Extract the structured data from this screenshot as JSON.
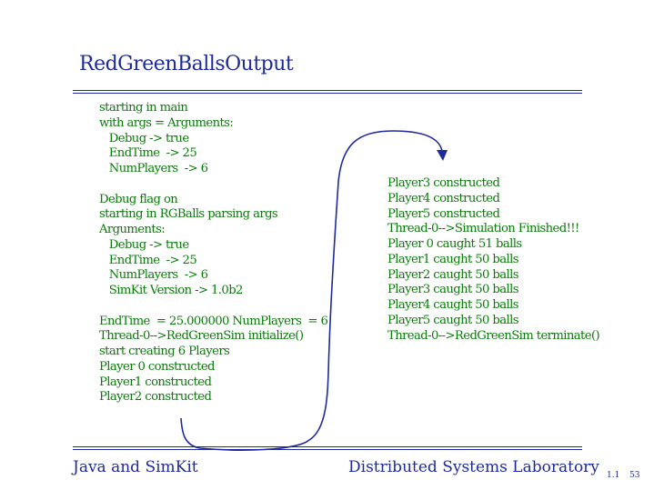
{
  "slide": {
    "title": "RedGreenBallsOutput",
    "left_lines": [
      "starting in main",
      "with args = Arguments:",
      "   Debug -> true",
      "   EndTime  -> 25",
      "   NumPlayers  -> 6",
      "",
      "Debug flag on",
      "starting in RGBalls parsing args",
      "Arguments:",
      "   Debug -> true",
      "   EndTime  -> 25",
      "   NumPlayers  -> 6",
      "   SimKit Version -> 1.0b2",
      "",
      "EndTime  = 25.000000 NumPlayers  = 6",
      "Thread-0-->RedGreenSim initialize()",
      "start creating 6 Players",
      "Player 0 constructed",
      "Player1 constructed",
      "Player2 constructed"
    ],
    "right_lines": [
      "Player3 constructed",
      "Player4 constructed",
      "Player5 constructed",
      "Thread-0-->Simulation Finished!!!",
      "Player 0 caught 51 balls",
      "Player1 caught 50 balls",
      "Player2 caught 50 balls",
      "Player3 caught 50 balls",
      "Player4 caught 50 balls",
      "Player5 caught 50 balls",
      "Thread-0-->RedGreenSim terminate()"
    ]
  },
  "footer": {
    "left": "Java and SimKit",
    "right": "Distributed Systems Laboratory",
    "version": "1.1",
    "page": "53"
  },
  "colors": {
    "accent": "#1e2a9c",
    "text_green": "#0a7a0a"
  }
}
